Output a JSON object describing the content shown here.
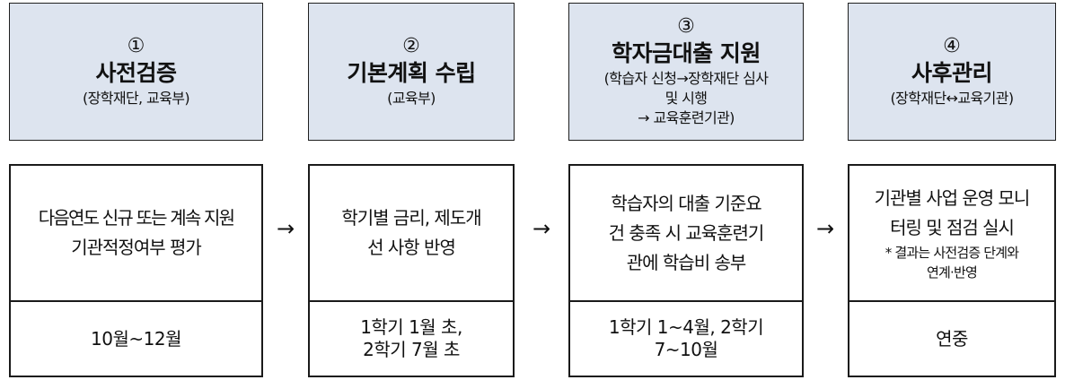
{
  "stages": [
    {
      "number": "①",
      "title": "사전검증",
      "org_lines": [
        "(장학재단, 교육부)"
      ],
      "desc_lines": [
        "다음연도 신규 또는 계속 지원",
        "기관적정여부 평가"
      ],
      "note_lines": [],
      "period_lines": [
        "10월~12월"
      ]
    },
    {
      "number": "②",
      "title": "기본계획 수립",
      "org_lines": [
        "(교육부)"
      ],
      "desc_lines": [
        "학기별 금리, 제도개",
        "선 사항 반영"
      ],
      "note_lines": [],
      "period_lines": [
        "1학기 1월 초,",
        "2학기 7월 초"
      ]
    },
    {
      "number": "③",
      "title": "학자금대출 지원",
      "org_lines": [
        "(학습자 신청→장학재단 심사",
        "및 시행",
        "→ 교육훈련기관)"
      ],
      "desc_lines": [
        "학습자의 대출 기준요",
        "건 충족 시 교육훈련기",
        "관에 학습비 송부"
      ],
      "note_lines": [],
      "period_lines": [
        "1학기 1~4월, 2학기",
        "7~10월"
      ]
    },
    {
      "number": "④",
      "title": "사후관리",
      "org_lines": [
        "(장학재단↔교육기관)"
      ],
      "desc_lines": [
        "기관별 사업 운영 모니",
        "터링 및 점검 실시"
      ],
      "note_lines": [
        "* 결과는 사전검증 단계와",
        "연계·반영"
      ],
      "period_lines": [
        "연중"
      ]
    }
  ],
  "arrow": "→"
}
